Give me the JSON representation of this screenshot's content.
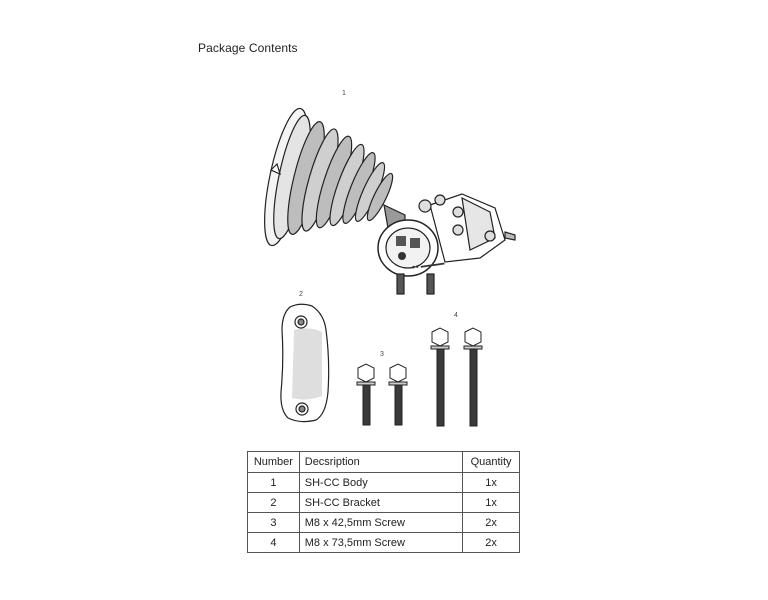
{
  "page": {
    "title": "Package Contents"
  },
  "callouts": [
    "1",
    "2",
    "3",
    "4"
  ],
  "table": {
    "headers": [
      "Number",
      "Decsription",
      "Quantity"
    ],
    "rows": [
      {
        "number": "1",
        "description": "SH-CC Body",
        "quantity": "1x"
      },
      {
        "number": "2",
        "description": "SH-CC Bracket",
        "quantity": "1x"
      },
      {
        "number": "3",
        "description": "M8 x 42,5mm Screw",
        "quantity": "2x"
      },
      {
        "number": "4",
        "description": "M8 x 73,5mm Screw",
        "quantity": "2x"
      }
    ]
  }
}
